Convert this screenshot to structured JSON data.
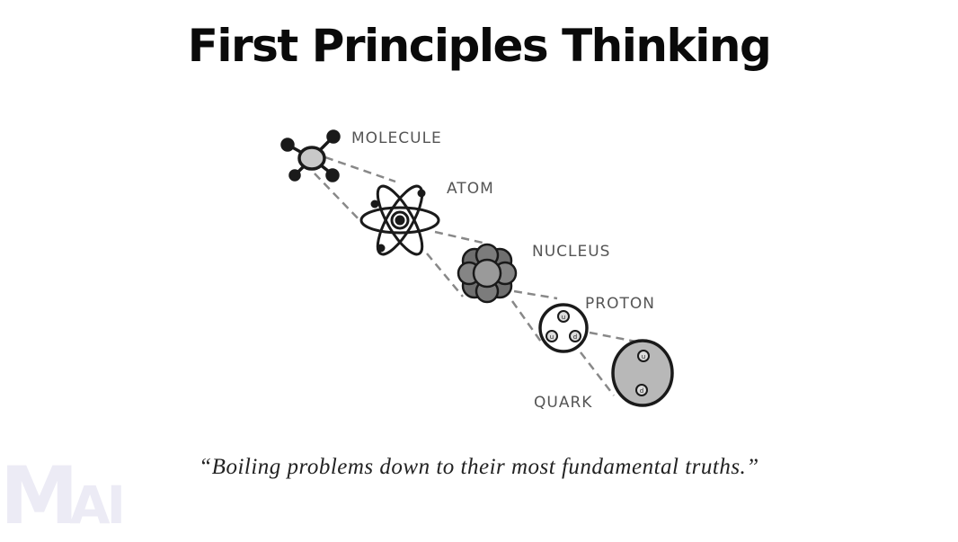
{
  "slide": {
    "title": "First Principles Thinking",
    "quote": "“Boiling problems down to their most fundamental truths.”",
    "watermark": {
      "first": "M",
      "rest": "AI"
    }
  },
  "diagram": {
    "stages": [
      {
        "label": "MOLECULE",
        "icon": "molecule-icon"
      },
      {
        "label": "ATOM",
        "icon": "atom-icon"
      },
      {
        "label": "NUCLEUS",
        "icon": "nucleus-icon"
      },
      {
        "label": "PROTON",
        "icon": "proton-icon",
        "contents": [
          "u",
          "u",
          "d"
        ]
      },
      {
        "label": "QUARK",
        "icon": "quark-icon",
        "contents": [
          "u",
          "d"
        ]
      }
    ],
    "colors": {
      "line": "#222222",
      "fill_light": "#c8c8c8",
      "fill_mid": "#8a8a8a",
      "dash": "#888888",
      "label": "#555555"
    }
  }
}
